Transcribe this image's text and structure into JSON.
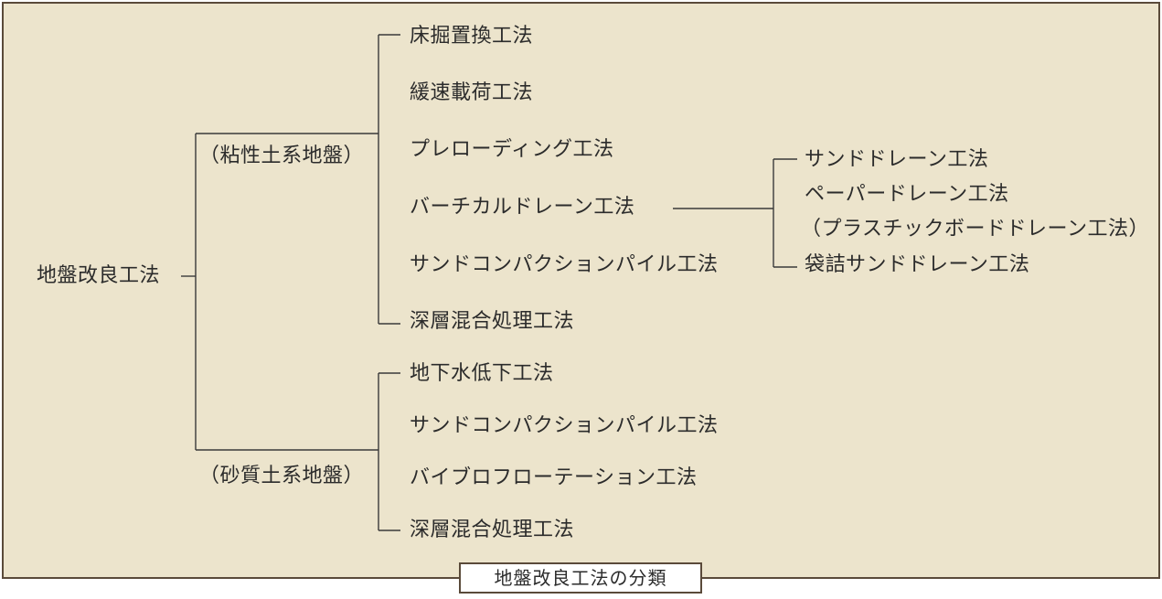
{
  "root": "地盤改良工法",
  "groups": [
    {
      "label": "（粘性土系地盤）",
      "methods": [
        "床掘置換工法",
        "緩速載荷工法",
        "プレローディング工法",
        "バーチカルドレーン工法",
        "サンドコンパクションパイル工法",
        "深層混合処理工法"
      ]
    },
    {
      "label": "（砂質土系地盤）",
      "methods": [
        "地下水低下工法",
        "サンドコンパクションパイル工法",
        "バイブロフローテーション工法",
        "深層混合処理工法"
      ]
    }
  ],
  "sub_methods": [
    "サンドドレーン工法",
    "ペーパードレーン工法",
    "（プラスチックボードドレーン工法）",
    "袋詰サンドドレーン工法"
  ],
  "caption": "地盤改良工法の分類",
  "colors": {
    "panel_background": "#ece4cc",
    "border": "#5a4a3a",
    "line": "#3a3a3a",
    "text": "#2b2b2b"
  }
}
